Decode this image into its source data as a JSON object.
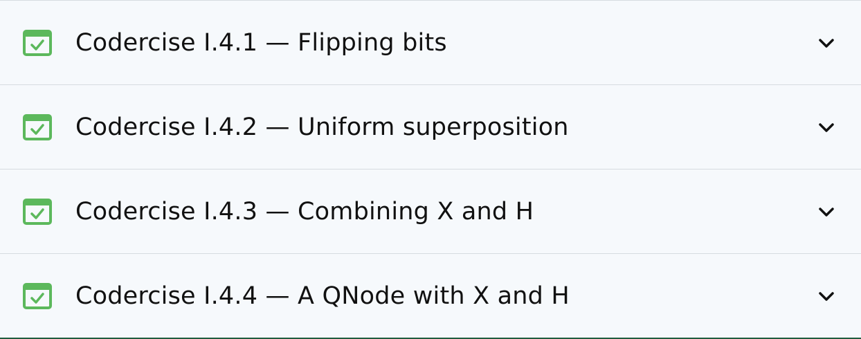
{
  "colors": {
    "background": "#f6f9fc",
    "divider": "#d6dbe0",
    "check_green": "#5cb85c",
    "text": "#111111",
    "bottom_border": "#1f5c3e"
  },
  "items": [
    {
      "title": "Codercise I.4.1 — Flipping bits",
      "status_icon": "checked-calendar-icon",
      "toggle_icon": "chevron-down-icon"
    },
    {
      "title": "Codercise I.4.2 — Uniform superposition",
      "status_icon": "checked-calendar-icon",
      "toggle_icon": "chevron-down-icon"
    },
    {
      "title": "Codercise I.4.3 — Combining X and H",
      "status_icon": "checked-calendar-icon",
      "toggle_icon": "chevron-down-icon"
    },
    {
      "title": "Codercise I.4.4 — A QNode with X and H",
      "status_icon": "checked-calendar-icon",
      "toggle_icon": "chevron-down-icon"
    }
  ]
}
